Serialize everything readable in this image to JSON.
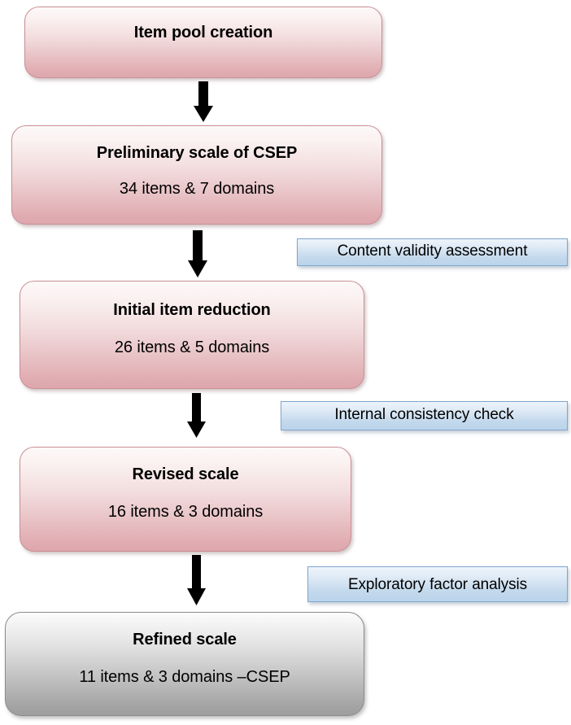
{
  "diagram": {
    "type": "flowchart",
    "orientation": "vertical",
    "background_color": "#ffffff",
    "stage_fill_top": "#fdf9f9",
    "stage_fill_bottom": "#dda7ad",
    "stage_border_color": "#c98f95",
    "final_stage_fill_top": "#fcfcfc",
    "final_stage_fill_bottom": "#9e9e9e",
    "final_stage_border_color": "#8c8c8c",
    "note_fill_top": "#eef4fa",
    "note_fill_bottom": "#bbd4ea",
    "note_border_color": "#7ea6cd",
    "arrow_color": "#000000"
  },
  "stages": [
    {
      "id": "item-pool-creation",
      "title": "Item pool creation",
      "subtitle": ""
    },
    {
      "id": "preliminary-scale",
      "title": "Preliminary scale of CSEP",
      "subtitle": "34 items & 7 domains"
    },
    {
      "id": "initial-item-reduction",
      "title": "Initial item reduction",
      "subtitle": "26 items & 5 domains"
    },
    {
      "id": "revised-scale",
      "title": "Revised scale",
      "subtitle": "16 items & 3 domains"
    },
    {
      "id": "refined-scale",
      "title": "Refined scale",
      "subtitle": "11 items & 3 domains –CSEP"
    }
  ],
  "notes": [
    {
      "id": "content-validity-assessment",
      "label": "Content validity assessment"
    },
    {
      "id": "internal-consistency-check",
      "label": "Internal consistency check"
    },
    {
      "id": "exploratory-factor-analysis",
      "label": "Exploratory factor analysis"
    }
  ],
  "arrows": [
    {
      "id": "arrow-1",
      "from": "item-pool-creation",
      "to": "preliminary-scale"
    },
    {
      "id": "arrow-2",
      "from": "preliminary-scale",
      "to": "initial-item-reduction"
    },
    {
      "id": "arrow-3",
      "from": "initial-item-reduction",
      "to": "revised-scale"
    },
    {
      "id": "arrow-4",
      "from": "revised-scale",
      "to": "refined-scale"
    }
  ]
}
